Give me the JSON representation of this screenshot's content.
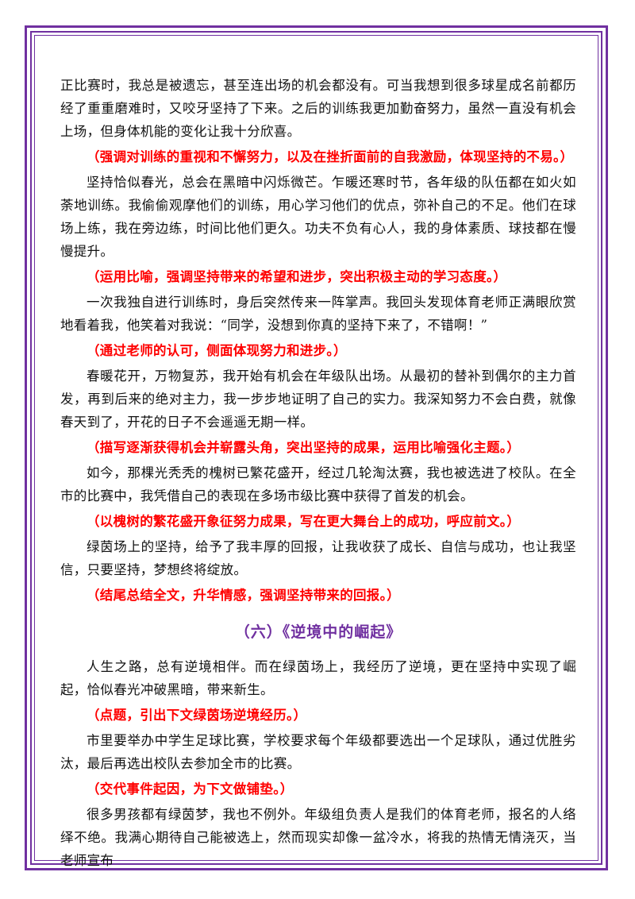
{
  "colors": {
    "border": "#7030a0",
    "note": "#ff0000",
    "title": "#7030a0",
    "text": "#111111"
  },
  "blocks": [
    {
      "type": "p",
      "noindent": true,
      "text": "正比赛时，我总是被遗忘，甚至连出场的机会都没有。可当我想到很多球星成名前都历经了重重磨难时，又咬牙坚持了下来。之后的训练我更加勤奋努力，虽然一直没有机会上场，但身体机能的变化让我十分欣喜。"
    },
    {
      "type": "note",
      "text": "（强调对训练的重视和不懈努力，以及在挫折面前的自我激励，体现坚持的不易。）"
    },
    {
      "type": "p",
      "text": "坚持恰似春光，总会在黑暗中闪烁微芒。乍暖还寒时节，各年级的队伍都在如火如荼地训练。我偷偷观摩他们的训练，用心学习他们的优点，弥补自己的不足。他们在球场上练，我在旁边练，时间比他们更久。功夫不负有心人，我的身体素质、球技都在慢慢提升。"
    },
    {
      "type": "note",
      "text": "（运用比喻，强调坚持带来的希望和进步，突出积极主动的学习态度。）"
    },
    {
      "type": "p",
      "text": "一次我独自进行训练时，身后突然传来一阵掌声。我回头发现体育老师正满眼欣赏地看着我，他笑着对我说：“同学，没想到你真的坚持下来了，不错啊！”"
    },
    {
      "type": "note",
      "text": "（通过老师的认可，侧面体现努力和进步。）"
    },
    {
      "type": "p",
      "text": "春暖花开，万物复苏，我开始有机会在年级队出场。从最初的替补到偶尔的主力首发，再到后来的绝对主力，我一步步地证明了自己的实力。我深知努力不会白费，就像春天到了，开花的日子不会遥遥无期一样。"
    },
    {
      "type": "note",
      "text": "（描写逐渐获得机会并崭露头角，突出坚持的成果，运用比喻强化主题。）"
    },
    {
      "type": "p",
      "text": "如今，那棵光秃秃的槐树已繁花盛开，经过几轮淘汰赛，我也被选进了校队。在全市的比赛中，我凭借自己的表现在多场市级比赛中获得了首发的机会。"
    },
    {
      "type": "note",
      "text": "（以槐树的繁花盛开象征努力成果，写在更大舞台上的成功，呼应前文。）"
    },
    {
      "type": "p",
      "text": "绿茵场上的坚持，给予了我丰厚的回报，让我收获了成长、自信与成功，也让我坚信，只要坚持，梦想终将绽放。"
    },
    {
      "type": "note",
      "text": "（结尾总结全文，升华情感，强调坚持带来的回报。）"
    },
    {
      "type": "title",
      "text": "（六）《逆境中的崛起》"
    },
    {
      "type": "p",
      "text": "人生之路，总有逆境相伴。而在绿茵场上，我经历了逆境，更在坚持中实现了崛起，恰似春光冲破黑暗，带来新生。"
    },
    {
      "type": "note",
      "text": "（点题，引出下文绿茵场逆境经历。）"
    },
    {
      "type": "p",
      "text": "市里要举办中学生足球比赛，学校要求每个年级都要选出一个足球队，通过优胜劣汰，最后再选出校队去参加全市的比赛。"
    },
    {
      "type": "note",
      "text": "（交代事件起因，为下文做铺垫。）"
    },
    {
      "type": "p",
      "text": "很多男孩都有绿茵梦，我也不例外。年级组负责人是我们的体育老师，报名的人络绎不绝。我满心期待自己能被选上，然而现实却像一盆冷水，将我的热情无情浇灭，当老师宣布"
    }
  ]
}
